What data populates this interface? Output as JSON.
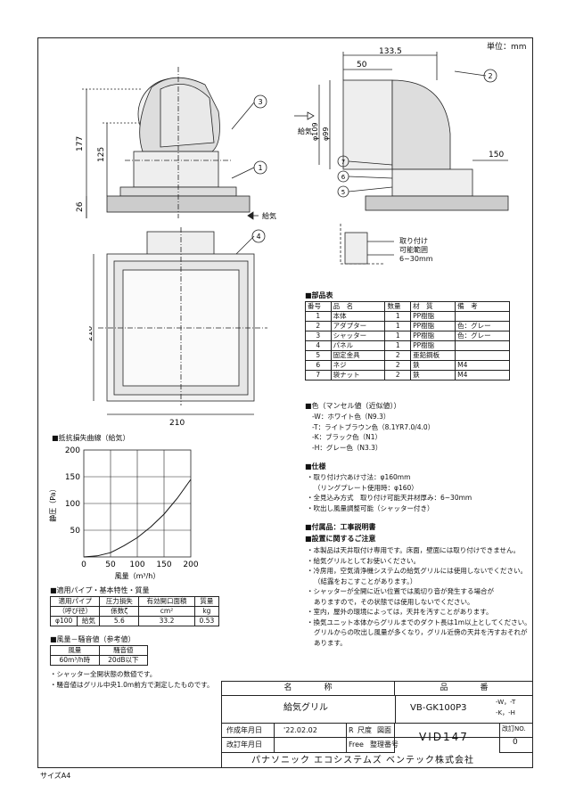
{
  "unit_label": "単位：mm",
  "size_label": "サイズA4",
  "dims": {
    "d133_5": "133.5",
    "d50": "50",
    "d99": "φ99",
    "d109": "φ109",
    "d177": "177",
    "d125": "125",
    "d26": "26",
    "d150": "150",
    "d210_h": "210",
    "d210_v": "210"
  },
  "arrows": {
    "supply_left": "給気",
    "supply_bottom": "給気"
  },
  "callouts": [
    "1",
    "2",
    "3",
    "4",
    "5",
    "6",
    "7"
  ],
  "install_range": [
    "取り付け",
    "可能範囲",
    "6~30mm"
  ],
  "parts": {
    "title": "■部品表",
    "headers": [
      "番号",
      "品　名",
      "数量",
      "材　質",
      "備　考"
    ],
    "rows": [
      [
        "1",
        "本体",
        "1",
        "PP樹脂",
        ""
      ],
      [
        "2",
        "アダプター",
        "1",
        "PP樹脂",
        "色：グレー"
      ],
      [
        "3",
        "シャッター",
        "1",
        "PP樹脂",
        "色：グレー"
      ],
      [
        "4",
        "パネル",
        "1",
        "PP樹脂",
        ""
      ],
      [
        "5",
        "固定金具",
        "2",
        "亜鉛鋼板",
        ""
      ],
      [
        "6",
        "ネジ",
        "2",
        "鉄",
        "M4"
      ],
      [
        "7",
        "袋ナット",
        "2",
        "鉄",
        "M4"
      ]
    ]
  },
  "colors": {
    "title": "■色（マンセル値（近似値））",
    "items": [
      "-W：ホワイト色（N9.3）",
      "-T：ライトブラウン色（8.1YR7.0/4.0）",
      "-K：ブラック色（N1）",
      "-H：グレー色（N3.3）"
    ]
  },
  "spec": {
    "title": "■仕様",
    "items": [
      "・取り付け穴あけ寸法：φ160mm",
      "（リングプレート使用時：φ160）",
      "・全見込み方式　取り付け可能天井材厚み：6~30mm",
      "・吹出し風量調整可能（シャッター付き）"
    ]
  },
  "accessory": {
    "title": "■付属品：工事説明書"
  },
  "install": {
    "title": "■設置に関するご注意",
    "items": [
      "・本製品は天井取付け専用です。床面，壁面には取り付けできません。",
      "・給気グリルとしてお使いください。",
      "・冷房用，空気清浄機システムの給気グリルには使用しないでください。",
      "（結露をおこすことがあります。）",
      "・シャッターが全開に近い位置では風切り音が発生する場合が",
      "ありますので，その状態では使用しないでください。",
      "・室内，屋外の環境によっては，天井を汚すことがあります。",
      "・換気ユニット本体からグリルまでのダクト長は1m以上としてください。",
      "グリルからの吹出し風量が多くなり，グリル近傍の天井を汚すおそれが",
      "あります。"
    ]
  },
  "chart_data": {
    "type": "line",
    "title": "■抵抗損失曲線（給気）",
    "xlabel": "風量（m³/h）",
    "ylabel": "静圧（Pa）",
    "xlim": [
      0,
      200
    ],
    "ylim": [
      0,
      200
    ],
    "xticks": [
      0,
      50,
      100,
      150,
      200
    ],
    "yticks": [
      50,
      100,
      150,
      200
    ],
    "grid": true,
    "series": [
      {
        "x": [
          0,
          25,
          50,
          75,
          100,
          125,
          150,
          175,
          200
        ],
        "y": [
          0,
          2,
          8,
          21,
          36,
          56,
          80,
          110,
          145
        ]
      }
    ]
  },
  "fit_pipe": {
    "title": "■適用パイプ・基本特性・質量",
    "h1": [
      "適用パイプ",
      "",
      "圧力損失",
      "有効開口面積",
      "質量"
    ],
    "h2": [
      "（呼び径）",
      "",
      "係数ζ",
      "cm²",
      "kg"
    ],
    "row": [
      "φ100",
      "給気",
      "5.6",
      "33.2",
      "0.53"
    ]
  },
  "noise": {
    "title": "■風量－騒音値（参考値）",
    "headers": [
      "風量",
      "騒音値"
    ],
    "row": [
      "60m³/h時",
      "20dB以下"
    ]
  },
  "footnotes": [
    "・シャッター全開状態の数値です。",
    "・騒音値はグリル中央1.0m前方で測定したものです。"
  ],
  "titleblock": {
    "name_h": "名　　　　称",
    "num_h": "品　　　　番",
    "name": "給気グリル",
    "num": "VB-GK100P3",
    "suffix1": "-W，-T",
    "suffix2": "-K，-H",
    "made_label": "作成年月日",
    "made_date": "'22.02.02",
    "r": "R",
    "scale_label": "尺度",
    "fig_label": "図面",
    "rev_label": "改訂年月日",
    "free": "Free",
    "mgmt_label": "整理番号",
    "drawing_no": "VID147",
    "rev_no_label": "改訂NO.",
    "rev_no": "0",
    "company": "パナソニック エコシステムズ ベンテック株式会社"
  }
}
